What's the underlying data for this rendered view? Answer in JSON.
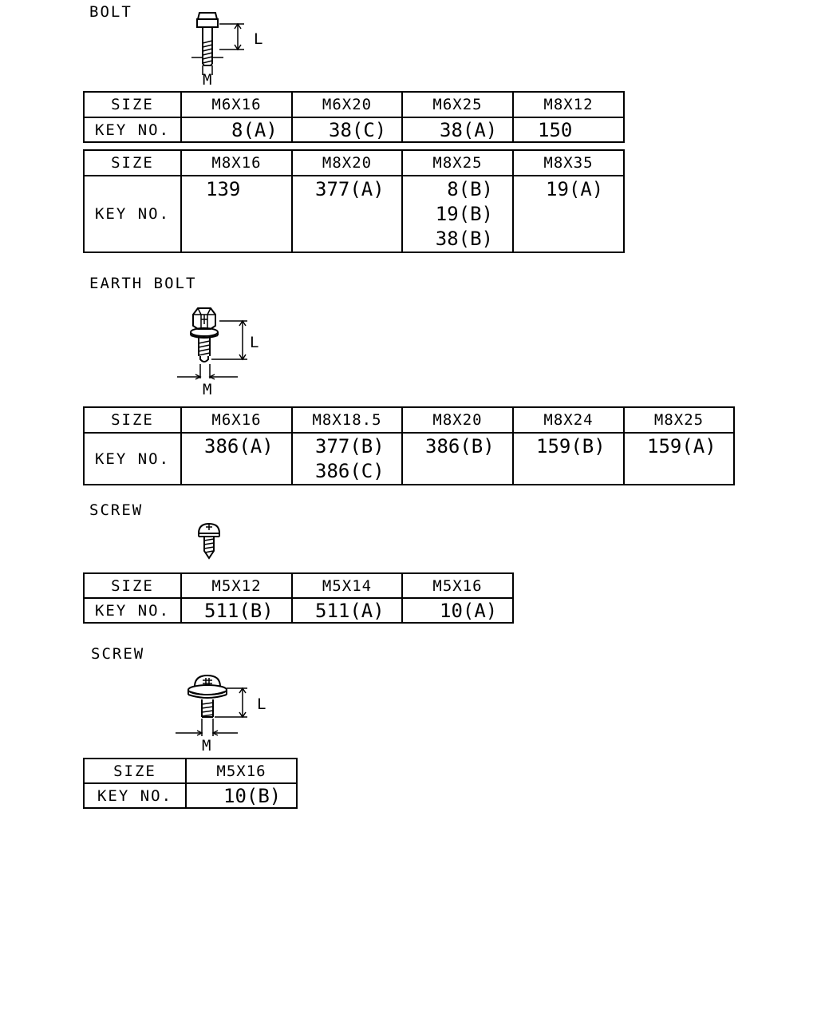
{
  "labels": {
    "size": "SIZE",
    "key_no": "KEY NO.",
    "l": "L",
    "m": "M"
  },
  "sections": {
    "bolt": {
      "title": "BOLT",
      "table1": {
        "sizes": [
          "M6X16",
          "M6X20",
          "M6X25",
          "M8X12"
        ],
        "keys": [
          [
            "8(A)"
          ],
          [
            "38(C)"
          ],
          [
            "38(A)"
          ],
          [
            "150"
          ]
        ]
      },
      "table2": {
        "sizes": [
          "M8X16",
          "M8X20",
          "M8X25",
          "M8X35"
        ],
        "keys": [
          [
            "139"
          ],
          [
            "377(A)"
          ],
          [
            "8(B)",
            "19(B)",
            "38(B)"
          ],
          [
            "19(A)"
          ]
        ]
      }
    },
    "earth_bolt": {
      "title": "EARTH BOLT",
      "table": {
        "sizes": [
          "M6X16",
          "M8X18.5",
          "M8X20",
          "M8X24",
          "M8X25"
        ],
        "keys": [
          [
            "386(A)"
          ],
          [
            "377(B)",
            "386(C)"
          ],
          [
            "386(B)"
          ],
          [
            "159(B)"
          ],
          [
            "159(A)"
          ]
        ]
      }
    },
    "screw1": {
      "title": "SCREW",
      "table": {
        "sizes": [
          "M5X12",
          "M5X14",
          "M5X16"
        ],
        "keys": [
          [
            "511(B)"
          ],
          [
            "511(A)"
          ],
          [
            "10(A)"
          ]
        ]
      }
    },
    "screw2": {
      "title": "SCREW",
      "table": {
        "sizes": [
          "M5X16"
        ],
        "keys": [
          [
            "10(B)"
          ]
        ]
      }
    }
  }
}
